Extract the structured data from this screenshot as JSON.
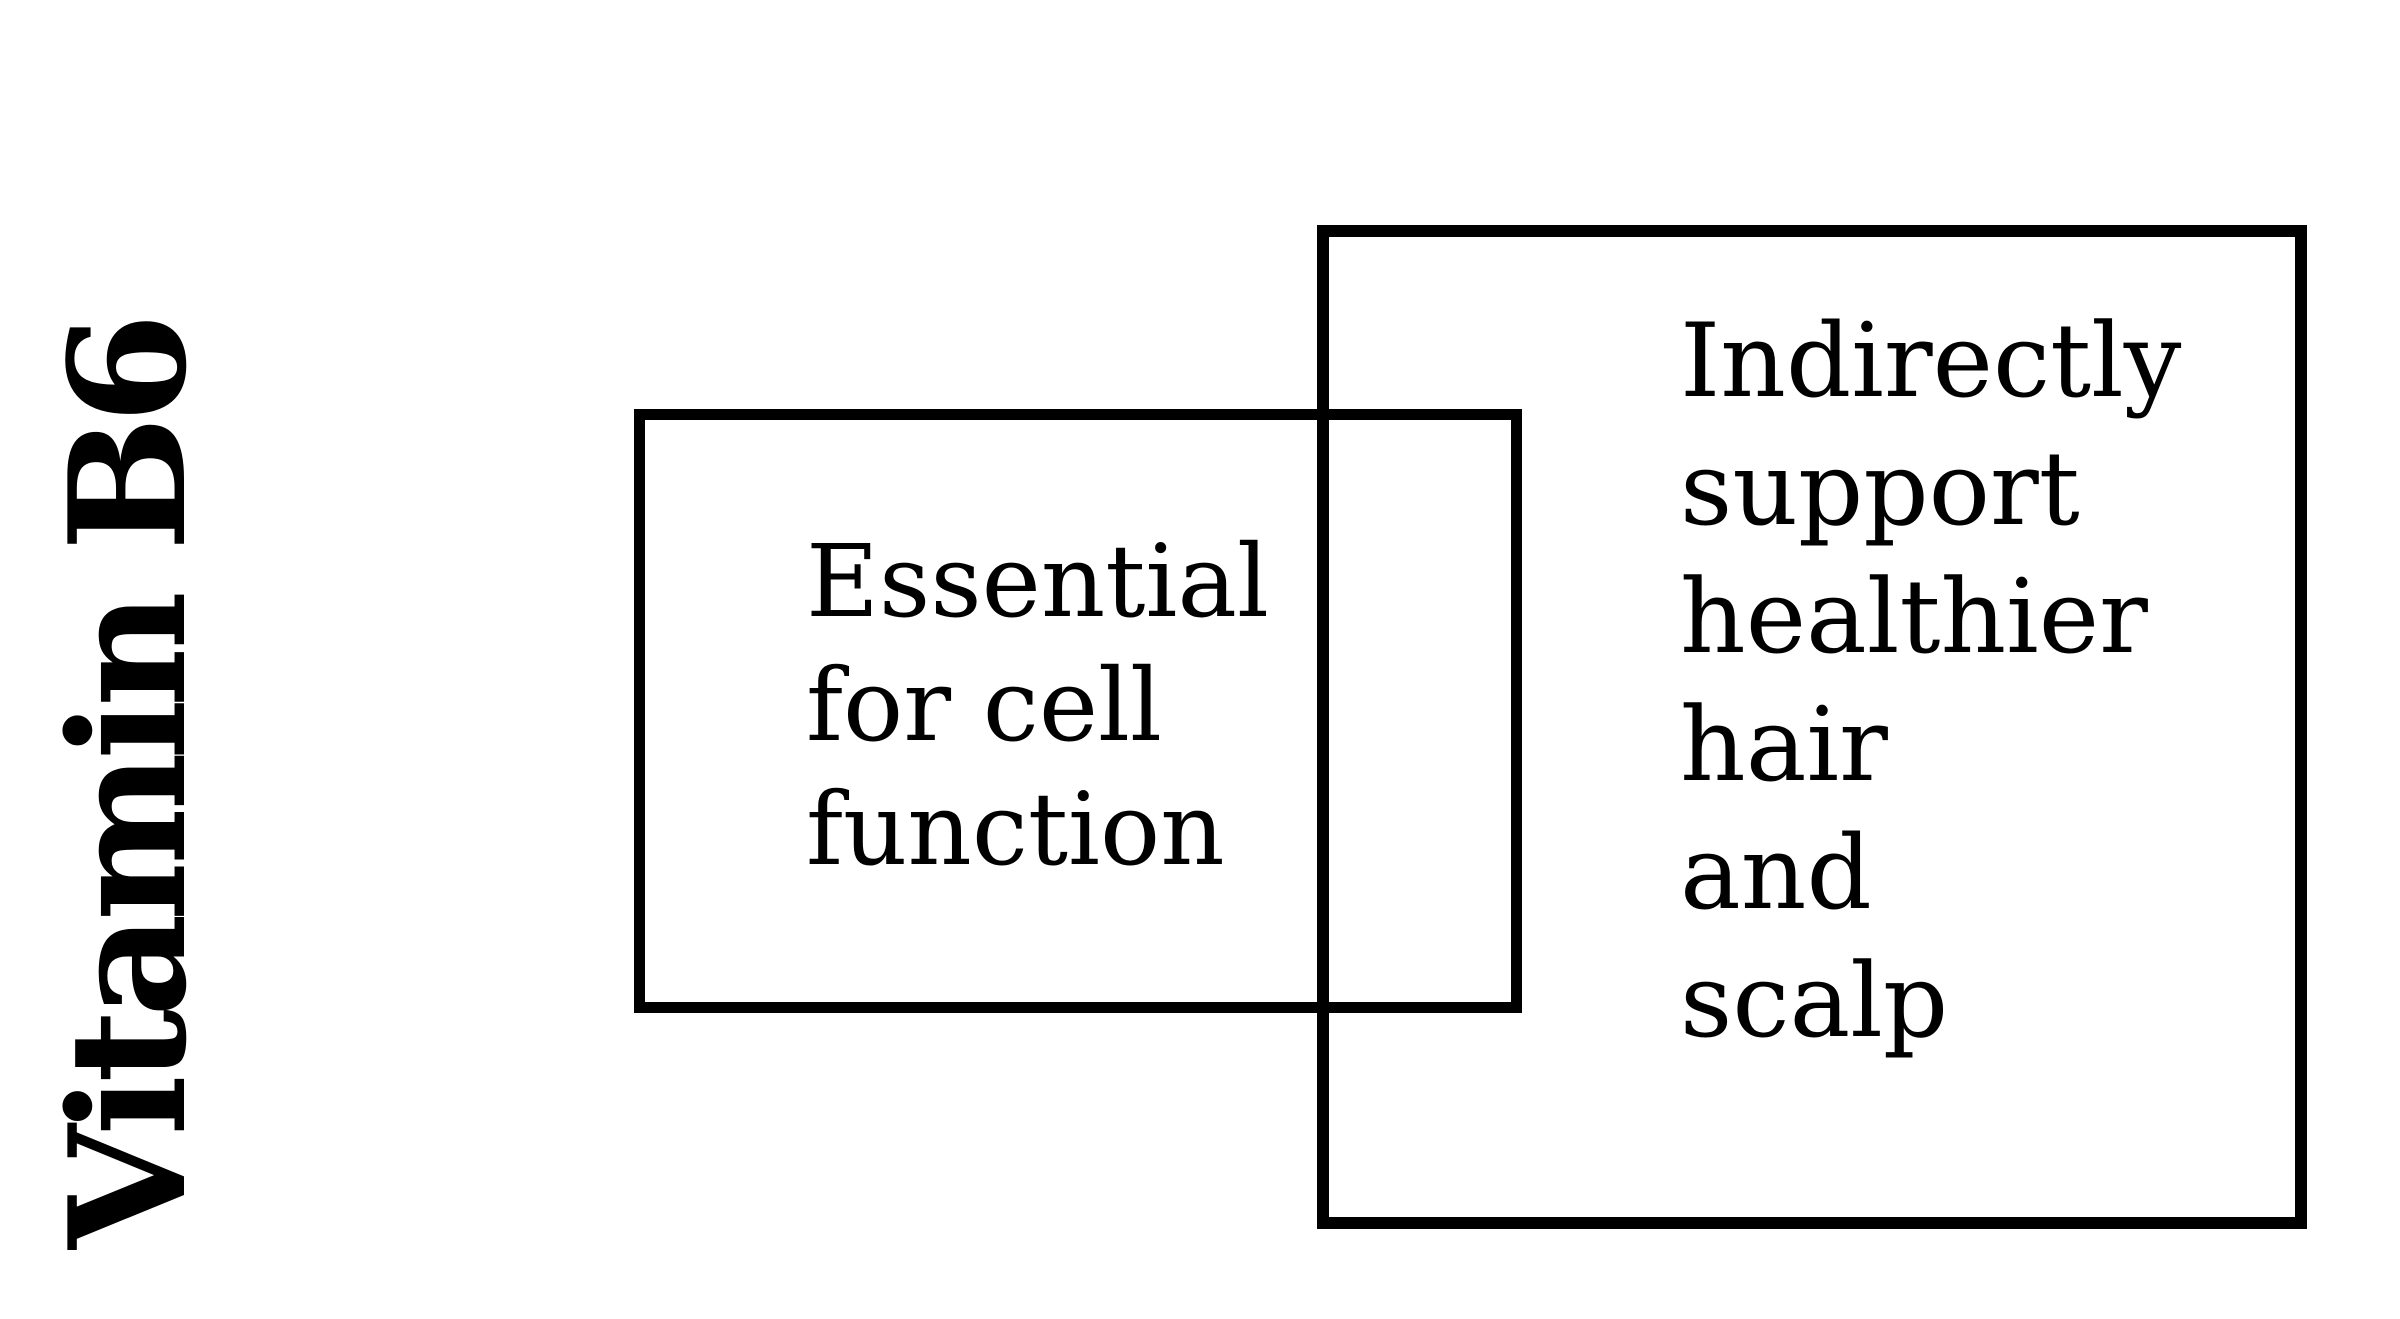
{
  "title": {
    "text": "Vitamin B6"
  },
  "diagram": {
    "left_box": {
      "lines": [
        "Essential",
        "for cell",
        "function"
      ],
      "full_text": "Essential for cell function"
    },
    "right_box": {
      "lines": [
        "Indirectly",
        "support",
        "healthier",
        "hair",
        "and",
        "scalp"
      ],
      "full_text": "Indirectly support healthier hair and scalp"
    }
  },
  "colors": {
    "background": "#ffffff",
    "border": "#000000",
    "text": "#000000"
  }
}
